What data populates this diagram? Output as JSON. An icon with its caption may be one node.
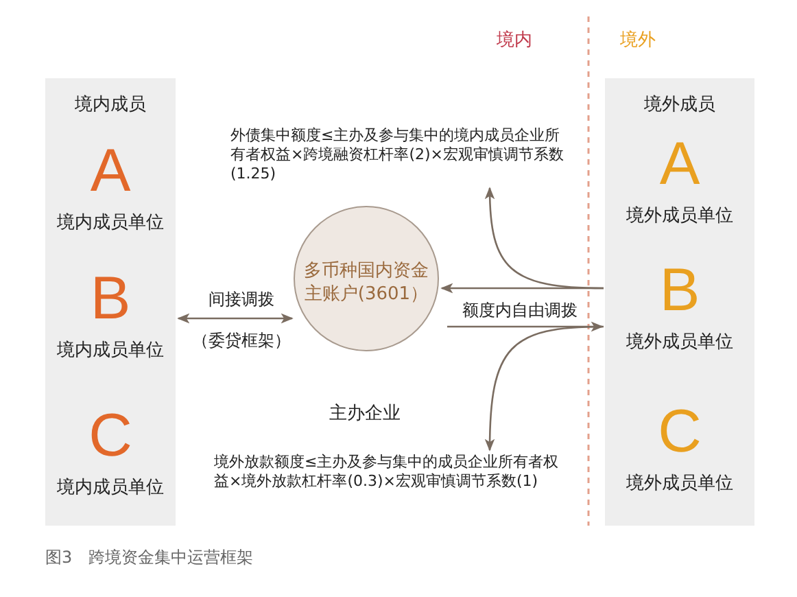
{
  "diagram": {
    "caption": "图3　跨境资金集中运营框架",
    "nodes": [
      {
        "text": [
          "境内成员"
        ]
      },
      {
        "text": [
          "A",
          "境内成员单位"
        ],
        "in": 0
      },
      {
        "text": [
          "B",
          "境内成员单位"
        ],
        "in": 0
      },
      {
        "text": [
          "C",
          "境内成员单位"
        ],
        "in": 0
      },
      {
        "text": [
          "境外成员"
        ]
      },
      {
        "text": [
          "A",
          "境外成员单位"
        ],
        "in": 4
      },
      {
        "text": [
          "B",
          "境外成员单位"
        ],
        "in": 4
      },
      {
        "text": [
          "C",
          "境外成员单位"
        ],
        "in": 4
      },
      {
        "text": [
          "多币种国内资金主账户(3601）"
        ],
        "beside": [
          "主办企业"
        ]
      },
      {
        "text": [
          "外债集中额度≤主办及参与集中的境内成员企业所有者权益×跨境融资杠杆率(2)×宏观审慎调节系数(1.25)"
        ]
      },
      {
        "text": [
          "境外放款额度≤主办及参与集中的成员企业所有者权益×境外放款杠杆率(0.3)×宏观审慎调节系数(1)"
        ]
      }
    ],
    "edges": [
      {
        "from": 0,
        "to": 8,
        "arrow": "both",
        "label": "间接调拨"
      },
      {
        "from": 4,
        "to": 8,
        "arrow": "to"
      },
      {
        "from": 4,
        "to": 9,
        "arrow": "to"
      },
      {
        "from": 8,
        "to": 4,
        "arrow": "to",
        "label": "额度内自由调拨"
      },
      {
        "from": 4,
        "to": 10,
        "arrow": "to"
      }
    ],
    "labels": [
      "境内",
      "境外",
      "（委贷框架）"
    ]
  }
}
